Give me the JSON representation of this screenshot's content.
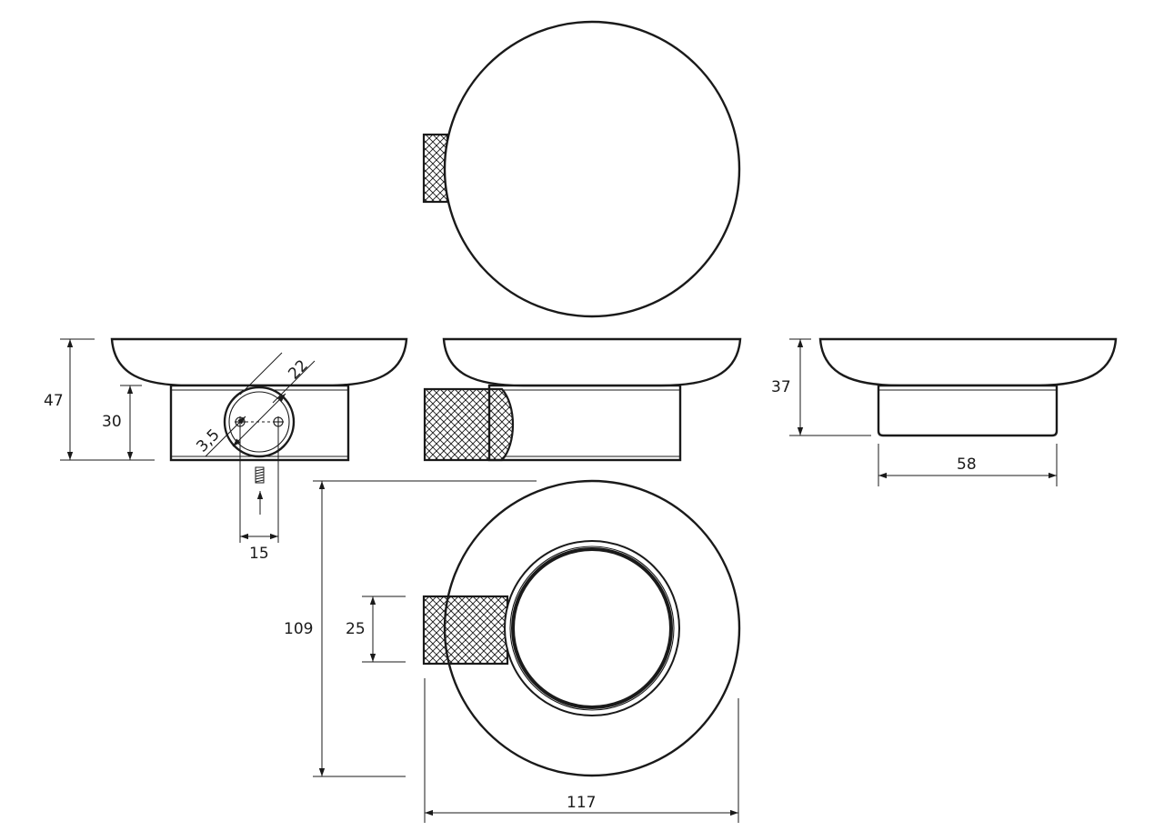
{
  "dimensions": {
    "overall_height": "47",
    "base_height": "30",
    "hole_diameter": "3,5",
    "flange_diameter": "22",
    "hole_spacing": "15",
    "side_height": "37",
    "side_base_width": "58",
    "total_depth": "109",
    "knurl_width": "25",
    "bowl_diameter": "117"
  }
}
